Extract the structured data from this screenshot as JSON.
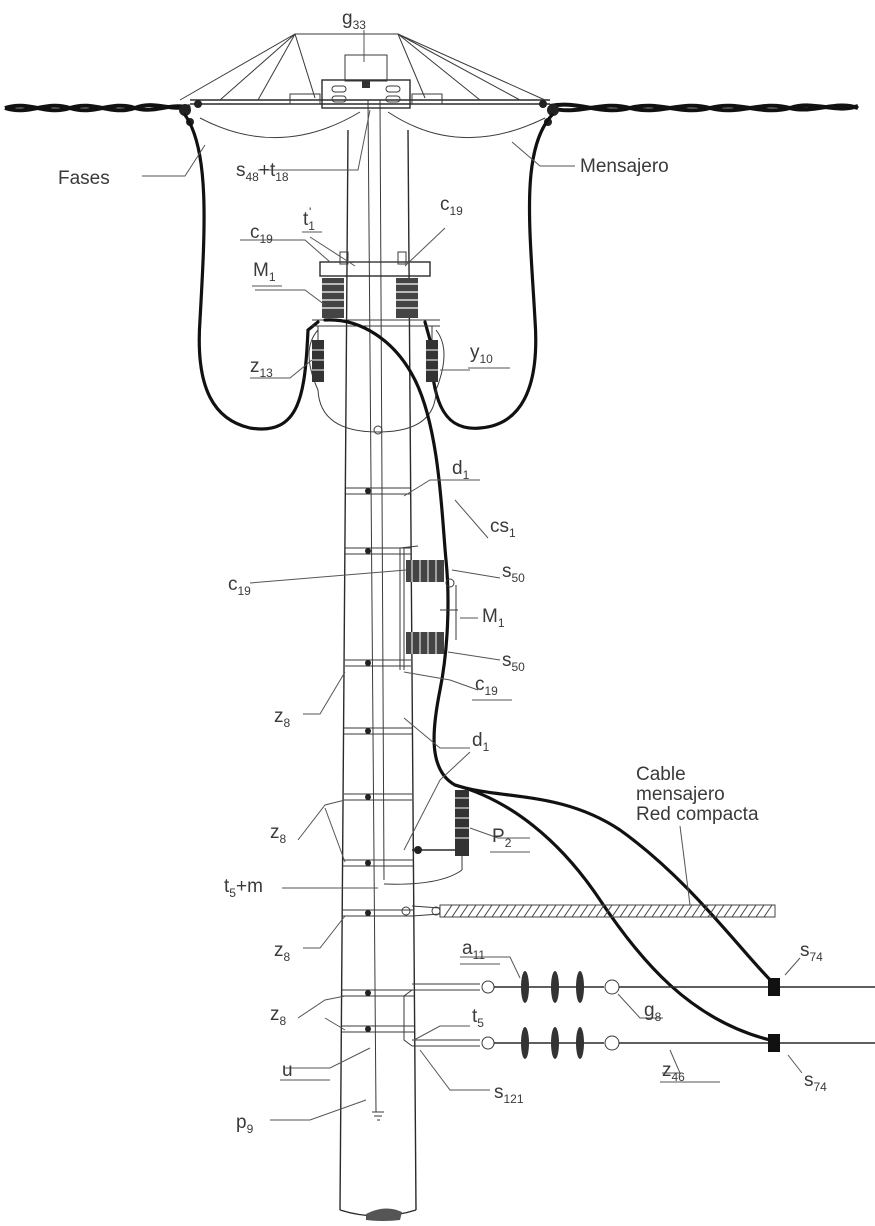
{
  "labels": {
    "g33": {
      "main": "g",
      "sub": "33"
    },
    "fases": {
      "main": "Fases",
      "sub": ""
    },
    "s48_t18": {
      "main": "s",
      "sub": "48",
      "main2": "+t",
      "sub2": "18"
    },
    "mensajero": {
      "main": "Mensajero",
      "sub": ""
    },
    "c19_top_l": {
      "main": "c",
      "sub": "19"
    },
    "t1p": {
      "main": "t",
      "sub": "1",
      "prime": "'"
    },
    "c19_top_r": {
      "main": "c",
      "sub": "19"
    },
    "m1_top": {
      "main": "M",
      "sub": "1"
    },
    "z13": {
      "main": "z",
      "sub": "13"
    },
    "y10": {
      "main": "y",
      "sub": "10"
    },
    "d1_top": {
      "main": "d",
      "sub": "1"
    },
    "cs1": {
      "main": "cs",
      "sub": "1"
    },
    "c19_mid": {
      "main": "c",
      "sub": "19"
    },
    "s50_a": {
      "main": "s",
      "sub": "50"
    },
    "m1_mid": {
      "main": "M",
      "sub": "1"
    },
    "s50_b": {
      "main": "s",
      "sub": "50"
    },
    "c19_low": {
      "main": "c",
      "sub": "19"
    },
    "z8_a": {
      "main": "z",
      "sub": "8"
    },
    "d1_low": {
      "main": "d",
      "sub": "1"
    },
    "cable_l1": {
      "main": "Cable",
      "sub": ""
    },
    "cable_l2": {
      "main": "mensajero",
      "sub": ""
    },
    "cable_l3": {
      "main": "Red compacta",
      "sub": ""
    },
    "z8_b": {
      "main": "z",
      "sub": "8"
    },
    "p2": {
      "main": "P",
      "sub": "2"
    },
    "t5_m": {
      "main": "t",
      "sub": "5",
      "main2": "+m",
      "sub2": ""
    },
    "z8_c": {
      "main": "z",
      "sub": "8"
    },
    "s74_a": {
      "main": "s",
      "sub": "74"
    },
    "a11": {
      "main": "a",
      "sub": "11"
    },
    "g8": {
      "main": "g",
      "sub": "8"
    },
    "z8_d": {
      "main": "z",
      "sub": "8"
    },
    "t5": {
      "main": "t",
      "sub": "5"
    },
    "u": {
      "main": "u",
      "sub": ""
    },
    "z46": {
      "main": "z",
      "sub": "46"
    },
    "s74_b": {
      "main": "s",
      "sub": "74"
    },
    "s121": {
      "main": "s",
      "sub": "121"
    },
    "p9": {
      "main": "p",
      "sub": "9"
    }
  }
}
